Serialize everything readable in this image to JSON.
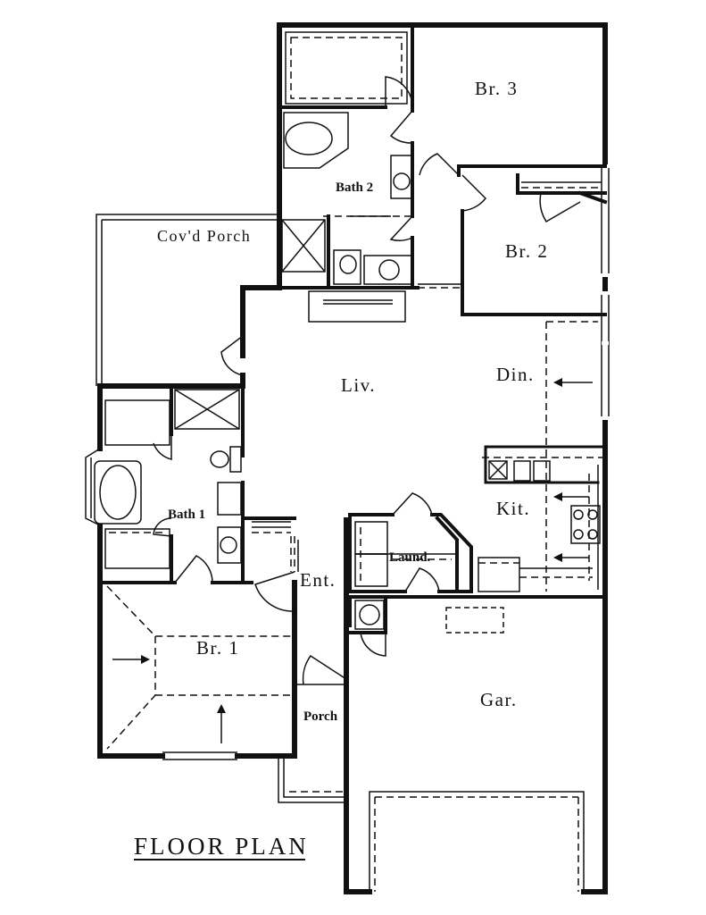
{
  "title": "FLOOR PLAN",
  "rooms": {
    "br3": "Br.  3",
    "bath2": "Bath 2",
    "covd_porch": "Cov'd Porch",
    "br2": "Br.  2",
    "liv": "Liv.",
    "din": "Din.",
    "bath1": "Bath 1",
    "kit": "Kit.",
    "laund": "Laund.",
    "ent": "Ent.",
    "br1": "Br.  1",
    "porch": "Porch",
    "gar": "Gar."
  }
}
